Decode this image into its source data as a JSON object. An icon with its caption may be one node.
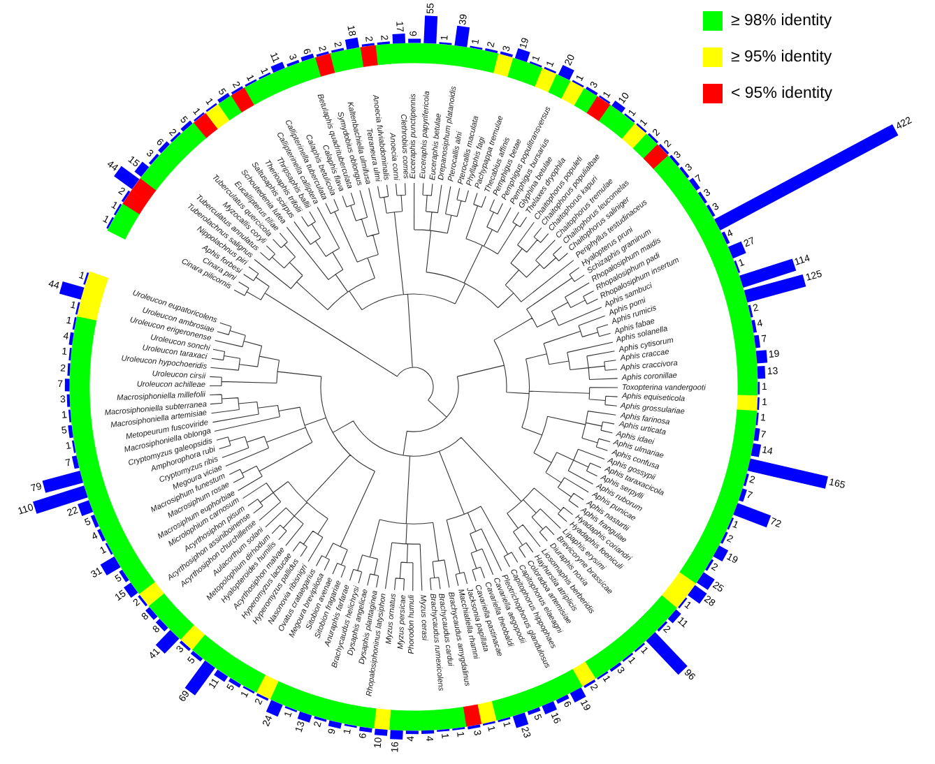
{
  "diagram": {
    "legend": [
      {
        "text": "≥ 98% identity",
        "color": "#00ff00"
      },
      {
        "text": "≥ 95% identity",
        "color": "#ffff00"
      },
      {
        "text": "< 95% identity",
        "color": "#ff0000"
      }
    ],
    "labels": [
      "Cinara pilicornis",
      "1",
      "Cinara pini",
      "1",
      "Aphis forbesi",
      "2",
      "Nippolachnus piri",
      "44",
      "Tuberolachnus salignus",
      "15",
      "Tuberculatus annulatus",
      "3",
      "Myzocallis coryli",
      "6",
      "Tuberculatus quercicola",
      "2",
      "Eucallipterus tiliae",
      "5",
      "Schoutedenia lutea",
      "1",
      "Saltusaphis scirpus",
      "1",
      "Therioaphis trifolii",
      "5",
      "Thripsaphis ballii",
      "2",
      "Callipterinella calliptera",
      "1",
      "Callipterinella tuberculata",
      "1",
      "Calaphis betulicola",
      "11",
      "Calaphis flava",
      "3",
      "Betulaphis quadrituberculata",
      "6",
      "Symydobius oblongus",
      "2",
      "Kaltenbachiella ulmifusa",
      "2",
      "Tetraneura ulmi",
      "18",
      "Anoecia fulviabdominalis",
      "2",
      "Anoecia corni",
      "2",
      "Clethrobius comes",
      "17",
      "Euceraphis punctipennis",
      "6",
      "Euceraphis papyrifericola",
      "55",
      "Euceraphis betulae",
      "1",
      "Drepanosiphum platanoidis",
      "39",
      "Pterocallis alni",
      "1",
      "Pterocallis maculata",
      "2",
      "Phyllaphis fagi",
      "3",
      "Pachypappa tremulae",
      "19",
      "Thecabius affinis",
      "1",
      "Pemphigus betae",
      "1",
      "Pemphigus populitransversus",
      "20",
      "Pemphigus bursarius",
      "1",
      "Glyphina betulae",
      "3",
      "Thelaxes dryophila",
      "1",
      "Chaitophorus populeti",
      "10",
      "Chaitophorus populialbae",
      "1",
      "Chaitophorus kapuri",
      "1",
      "Chaitophorus tremulae",
      "2",
      "Chaitophorus leucomelas",
      "2",
      "Chaitophorus saliniger",
      "3",
      "Periphyllus testudinaceus",
      "3",
      "Hyalopterus pruni",
      "7",
      "Schizaphis graminum",
      "3",
      "Rhopalosiphum maidis",
      "3",
      "Rhopalosiphum padi",
      "422",
      "Rhopalosiphum insertum",
      "4",
      "Aphis sambuci",
      "27",
      "Aphis pomi",
      "1",
      "Aphis rumicis",
      "114",
      "Aphis fabae",
      "125",
      "Aphis solanella",
      "2",
      "Aphis cytisorum",
      "4",
      "Aphis craccae",
      "7",
      "Aphis craccivora",
      "19",
      "Aphis coronillae",
      "13",
      "Toxopterina vandergooti",
      "1",
      "Aphis equiseticola",
      "1",
      "Aphis grossulariae",
      "1",
      "Aphis farinosa",
      "7",
      "Aphis urticata",
      "14",
      "Aphis idaei",
      "165",
      "Aphis ulmariae",
      "2",
      "Aphis confusa",
      "7",
      "Aphis gossypii",
      "72",
      "Aphis taraxacicola",
      "1",
      "Aphis serpylli",
      "2",
      "Aphis ruborum",
      "19",
      "Aphis punicae",
      "2",
      "Aphis nasturtii",
      "25",
      "Aphis frangulae",
      "28",
      "Hyadaphis coriandri",
      "1",
      "Hyadaphis foeniculi",
      "11",
      "Lipaphis erysimi",
      "2",
      "Brevicoryne brassicae",
      "96",
      "Diuraphis noxia",
      "1",
      "Liosomaphis berberidis",
      "1",
      "Hayhurstia atriplicis",
      "3",
      "Coloradoa artemisiae",
      "1",
      "Capitophorus elaeagni",
      "2",
      "Capitophorus hippophaes",
      "19",
      "Pleotrichophorus glandulosus",
      "6",
      "Cavariella aegopodii",
      "16",
      "Cavariella theobaldi",
      "5",
      "Cavariella pastinacae",
      "23",
      "Jacksonia papillata",
      "1",
      "Macchiatiella rhamni",
      "1",
      "Brachycaudus amygdalinus",
      "3",
      "Brachycaudus cardui",
      "1",
      "Brachycaudus rumexicolens",
      "1",
      "Myzus cerasi",
      "4",
      "Phorodon humuli",
      "4",
      "Myzus persicae",
      "16",
      "Myzus ornatus",
      "10",
      "Rhopalosiphoninus latysiphon",
      "6",
      "Dysaphis plantaginea",
      "1",
      "Dysaphis angelicae",
      "9",
      "Brachycaudus helichrysi",
      "2",
      "Anuraphis farfarae",
      "13",
      "Sitobion fragariae",
      "1",
      "Sitobion avenae",
      "24",
      "Megoura brevipilosa",
      "2",
      "Ovatus crataegarius",
      "1",
      "Nasonovia ribisnigri",
      "5",
      "Hyperomyzus pallidus",
      "11",
      "Hyperomyzus lactucae",
      "69",
      "Acyrthosiphon malvae",
      "5",
      "Hyalopteroides humilis",
      "3",
      "Metopolophium dirhodum",
      "41",
      "Aulacorthum solani",
      "8",
      "Acyrthosiphon churchillense",
      "8",
      "Acyrthosiphon assiniboinense",
      "2",
      "Acyrthosiphon pisum",
      "15",
      "Microlophium carnosum",
      "5",
      "Macrosiphum euphorbiae",
      "31",
      "Macrosiphum rosae",
      "1",
      "Macrosiphum funestum",
      "4",
      "Megoura viciae",
      "5",
      "Cryptomyzus ribis",
      "22",
      "Amphorophora rubi",
      "110",
      "Cryptomyzus galeopsidis",
      "79",
      "Macrosiphoniella oblonga",
      "7",
      "Metopeurum fuscoviride",
      "1",
      "Macrosiphoniella artemisiae",
      "5",
      "Macrosiphoniella subterranea",
      "1",
      "Macrosiphoniella millefolii",
      "3",
      "Uroleucon achilleae",
      "7",
      "Uroleucon cirsii",
      "2",
      "Uroleucon hypochoeridis",
      "1",
      "Uroleucon taraxaci",
      "4",
      "Uroleucon sonchi",
      "1",
      "Uroleucon erigeronense",
      "1",
      "Uroleucon ambrosiae",
      "44",
      "Uroleucon eupatoricolens",
      "1"
    ]
  }
}
